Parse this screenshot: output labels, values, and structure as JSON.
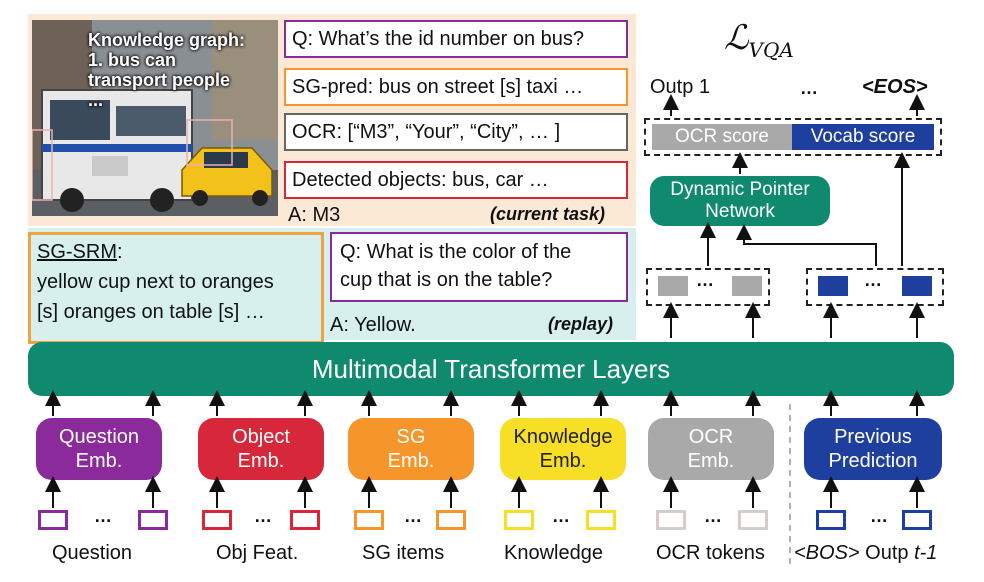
{
  "current_task": {
    "knowledge_graph": [
      "Knowledge graph:",
      "1. bus can",
      "transport people",
      "..."
    ],
    "question": "Q: What’s the id number on bus?",
    "sg_pred": "SG-pred: bus on street [s]  taxi …",
    "ocr": "OCR: [“M3”, “Your”, “City”, … ]",
    "detected": "Detected objects: bus, car …",
    "answer": "A: M3",
    "tag": "(current task)"
  },
  "replay": {
    "srm_title": "SG-SRM",
    "srm_lines": [
      "yellow cup next to oranges",
      "[s] oranges on table [s] …"
    ],
    "question_lines": [
      "Q: What is the color of the",
      "cup that is on the table?"
    ],
    "answer": "A: Yellow.",
    "tag": "(replay)"
  },
  "decoder": {
    "loss_main": "ℒ",
    "loss_sub": "VQA",
    "outp1": "Outp 1",
    "eos": "<EOS>",
    "ellipsis": "…",
    "ocr_score": "OCR score",
    "vocab_score": "Vocab score",
    "dpn_lines": [
      "Dynamic Pointer",
      "Network"
    ]
  },
  "transformer": "Multimodal Transformer Layers",
  "embeddings": [
    {
      "lines": [
        "Question",
        "Emb."
      ],
      "color": "#8b2a9b",
      "text_color": "#ffffff",
      "input": "Question"
    },
    {
      "lines": [
        "Object",
        "Emb."
      ],
      "color": "#d6283a",
      "text_color": "#ffffff",
      "input": "Obj Feat."
    },
    {
      "lines": [
        "SG",
        "Emb."
      ],
      "color": "#f5952a",
      "text_color": "#ffffff",
      "input": "SG items"
    },
    {
      "lines": [
        "Knowledge",
        "Emb."
      ],
      "color": "#f7de27",
      "text_color": "#222222",
      "input": "Knowledge"
    },
    {
      "lines": [
        "OCR",
        "Emb."
      ],
      "color": "#a9a9a9",
      "text_color": "#ffffff",
      "input": "OCR tokens"
    },
    {
      "lines": [
        "Previous",
        "Prediction"
      ],
      "color": "#1f3f9e",
      "text_color": "#ffffff",
      "input_a": "<BOS>",
      "input_b": "Outp ",
      "input_c": "t-1"
    }
  ]
}
